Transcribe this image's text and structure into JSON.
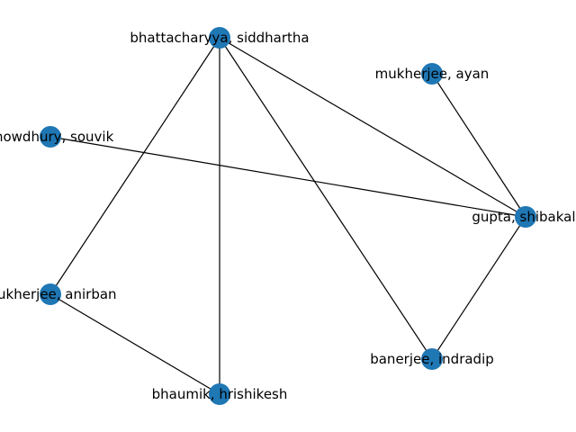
{
  "graph": {
    "node_color": "#1f77b4",
    "edge_color": "#000000",
    "nodes": [
      {
        "id": "bhattacharyya",
        "label": "bhattacharyya, siddhartha"
      },
      {
        "id": "mukherjee_ayan",
        "label": "mukherjee, ayan"
      },
      {
        "id": "chowdhury",
        "label": "chowdhury, souvik"
      },
      {
        "id": "gupta",
        "label": "gupta, shibakali"
      },
      {
        "id": "mukherjee_anirban",
        "label": "mukherjee, anirban"
      },
      {
        "id": "banerjee",
        "label": "banerjee, indradip"
      },
      {
        "id": "bhaumik",
        "label": "bhaumik, hrishikesh"
      }
    ],
    "edges": [
      [
        "bhattacharyya",
        "mukherjee_anirban"
      ],
      [
        "bhattacharyya",
        "bhaumik"
      ],
      [
        "bhattacharyya",
        "banerjee"
      ],
      [
        "bhattacharyya",
        "gupta"
      ],
      [
        "mukherjee_ayan",
        "gupta"
      ],
      [
        "chowdhury",
        "gupta"
      ],
      [
        "gupta",
        "banerjee"
      ],
      [
        "mukherjee_anirban",
        "bhaumik"
      ]
    ]
  }
}
